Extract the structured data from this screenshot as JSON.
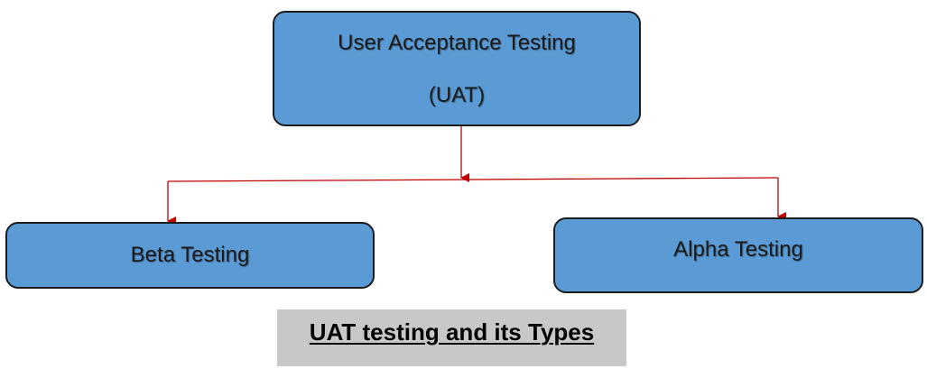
{
  "diagram": {
    "root": {
      "line1": "User Acceptance Testing",
      "line2": "(UAT)"
    },
    "children": [
      {
        "label": "Beta Testing"
      },
      {
        "label": "Alpha Testing"
      }
    ],
    "caption": "UAT testing and its Types"
  },
  "colors": {
    "box_fill": "#5b9bd5",
    "box_border": "#1c1c1c",
    "connector": "#c00000",
    "caption_bg": "#c8c8c8"
  }
}
